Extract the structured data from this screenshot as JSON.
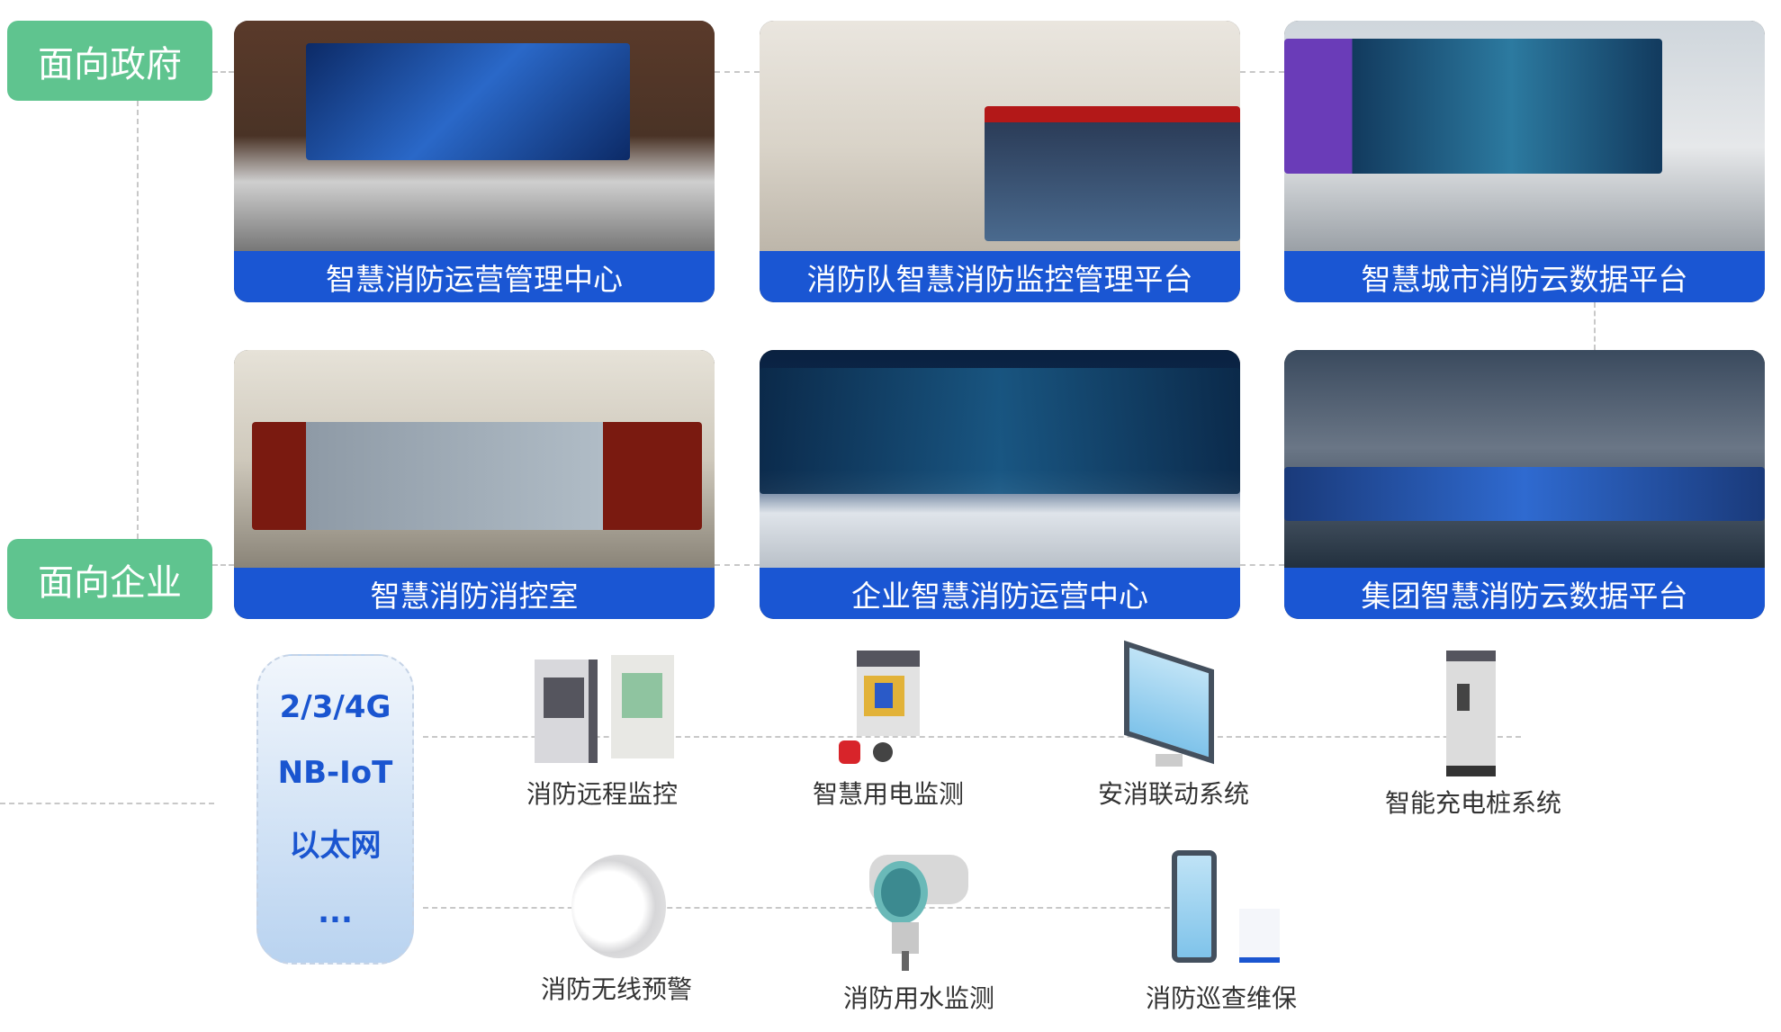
{
  "groups": {
    "government": "面向政府",
    "enterprise": "面向企业"
  },
  "platforms_government": [
    {
      "title": "智慧消防运营管理中心"
    },
    {
      "title": "消防队智慧消防监控管理平台"
    },
    {
      "title": "智慧城市消防云数据平台"
    }
  ],
  "platforms_enterprise": [
    {
      "title": "智慧消防消控室"
    },
    {
      "title": "企业智慧消防运营中心"
    },
    {
      "title": "集团智慧消防云数据平台"
    }
  ],
  "network": {
    "items": [
      "2/3/4G",
      "NB-IoT",
      "以太网",
      "..."
    ]
  },
  "devices_row1": [
    {
      "label": "消防远程监控",
      "icon": "remote-monitor-icon"
    },
    {
      "label": "智慧用电监测",
      "icon": "electric-monitor-icon"
    },
    {
      "label": "安消联动系统",
      "icon": "computer-monitor-icon"
    },
    {
      "label": "智能充电桩系统",
      "icon": "charging-pile-icon"
    }
  ],
  "devices_row2": [
    {
      "label": "消防无线预警",
      "icon": "smoke-detector-icon"
    },
    {
      "label": "消防用水监测",
      "icon": "water-pressure-sensor-icon"
    },
    {
      "label": "消防巡查维保",
      "icon": "phone-patrol-icon"
    }
  ],
  "colors": {
    "tag": "#5fc48f",
    "banner": "#1a56d3",
    "network": "#1a55d0"
  }
}
